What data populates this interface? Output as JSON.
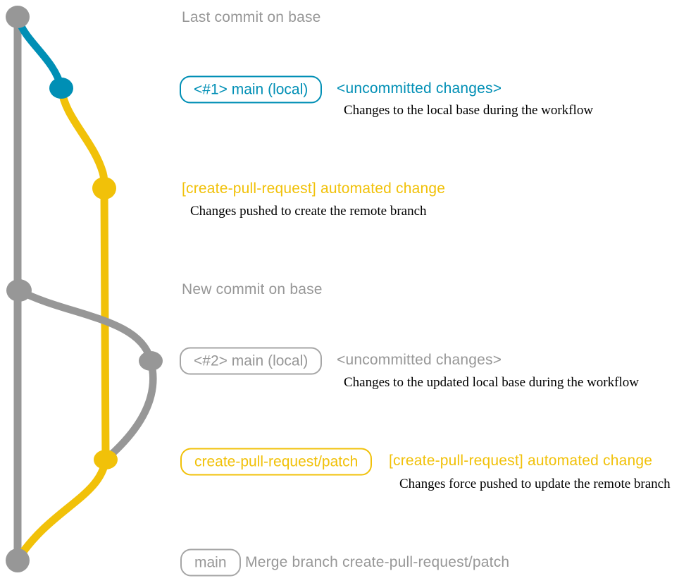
{
  "colors": {
    "gray": "#979797",
    "blue": "#008fb5",
    "yellow": "#f1c109",
    "note_text": "#000000",
    "background": "#ffffff"
  },
  "rows": {
    "last_base_commit": {
      "message": "Last commit on base"
    },
    "local_main_1": {
      "badge": "<#1> main (local)",
      "message": "<uncommitted changes>",
      "note": "Changes to the local base during the workflow"
    },
    "patch_commit_1": {
      "message": "[create-pull-request] automated change",
      "note": "Changes pushed to create the remote branch"
    },
    "new_base_commit": {
      "message": "New commit on base"
    },
    "local_main_2": {
      "badge": "<#2> main (local)",
      "message": "<uncommitted changes>",
      "note": "Changes to the updated local base during the workflow"
    },
    "patch_commit_2": {
      "badge": "create-pull-request/patch",
      "message": "[create-pull-request] automated change",
      "note": "Changes force pushed to update the remote branch"
    },
    "merge_commit": {
      "badge": "main",
      "message": "Merge branch create-pull-request/patch"
    }
  }
}
